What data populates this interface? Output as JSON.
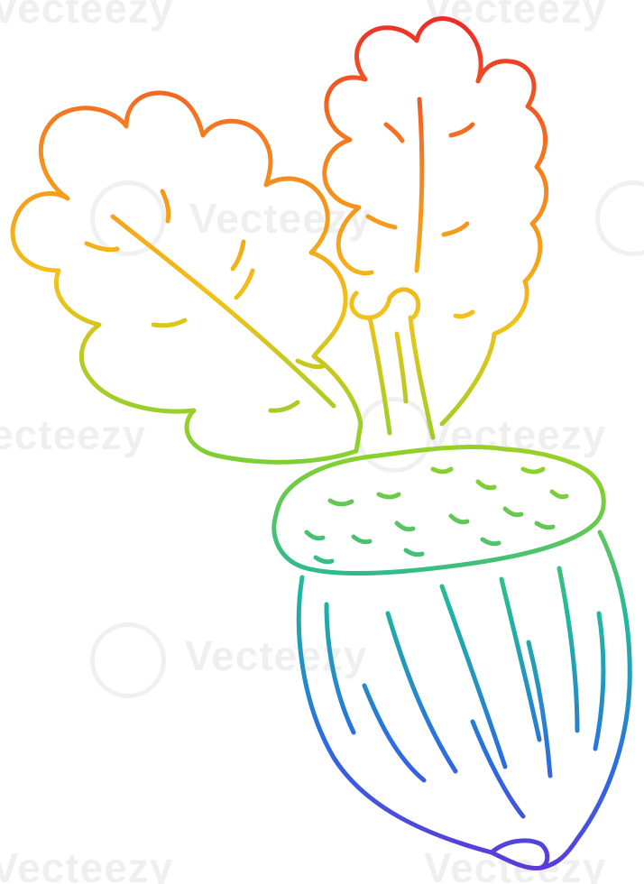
{
  "image": {
    "subject": "acorn-with-oak-leaves",
    "style": "rainbow gradient line art",
    "colors": {
      "red": "#e8202a",
      "orange": "#f57c1f",
      "yellow": "#f2c21a",
      "green": "#8bd12a",
      "teal": "#1fb7a0",
      "blue": "#2a6fe0",
      "violet": "#6a2bd6"
    }
  },
  "watermark": {
    "text": "Vecteezy"
  }
}
